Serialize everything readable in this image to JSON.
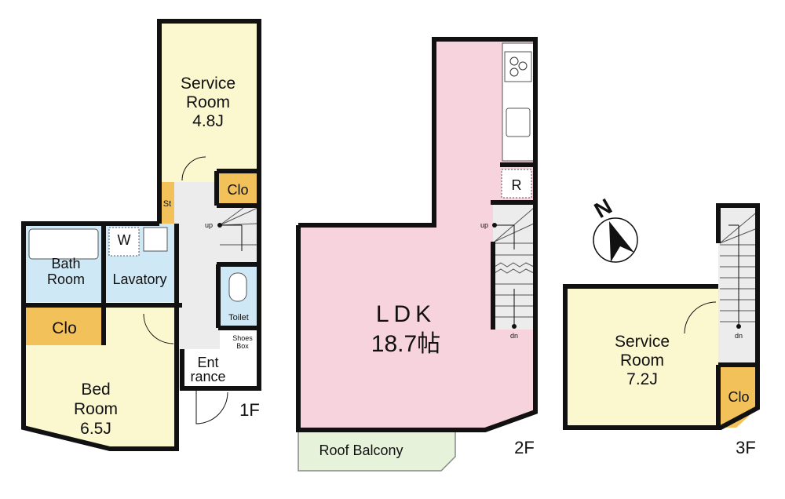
{
  "colors": {
    "service_room": "#fbf8d0",
    "ldk": "#f7d4dd",
    "wet_area": "#cfe8f6",
    "closet": "#f3c15a",
    "hall": "#ececec",
    "balcony": "#e7f2da",
    "wall": "#111111"
  },
  "floor1": {
    "label": "1F",
    "service_room": {
      "name_line1": "Service",
      "name_line2": "Room",
      "size": "4.8J"
    },
    "closet_top": "Clo",
    "storage": "St",
    "bath": {
      "line1": "Bath",
      "line2": "Room"
    },
    "washer": "W",
    "lavatory": "Lavatory",
    "toilet": "Toilet",
    "stairs_up": "up",
    "shoes_box": {
      "line1": "Shoes",
      "line2": "Box"
    },
    "entrance": {
      "line1": "Ent",
      "line2": "rance"
    },
    "closet_bed": "Clo",
    "bedroom": {
      "name_line1": "Bed",
      "name_line2": "Room",
      "size": "6.5J"
    }
  },
  "floor2": {
    "label": "2F",
    "ldk": {
      "name": "LDK",
      "size": "18.7帖"
    },
    "refrigerator": "R",
    "stairs_up": "up",
    "stairs_dn": "dn",
    "roof_balcony": "Roof Balcony"
  },
  "floor3": {
    "label": "3F",
    "service_room": {
      "name_line1": "Service",
      "name_line2": "Room",
      "size": "7.2J"
    },
    "closet": "Clo",
    "stairs_dn": "dn"
  },
  "compass": {
    "north": "N",
    "icon": "north-arrow-icon"
  }
}
